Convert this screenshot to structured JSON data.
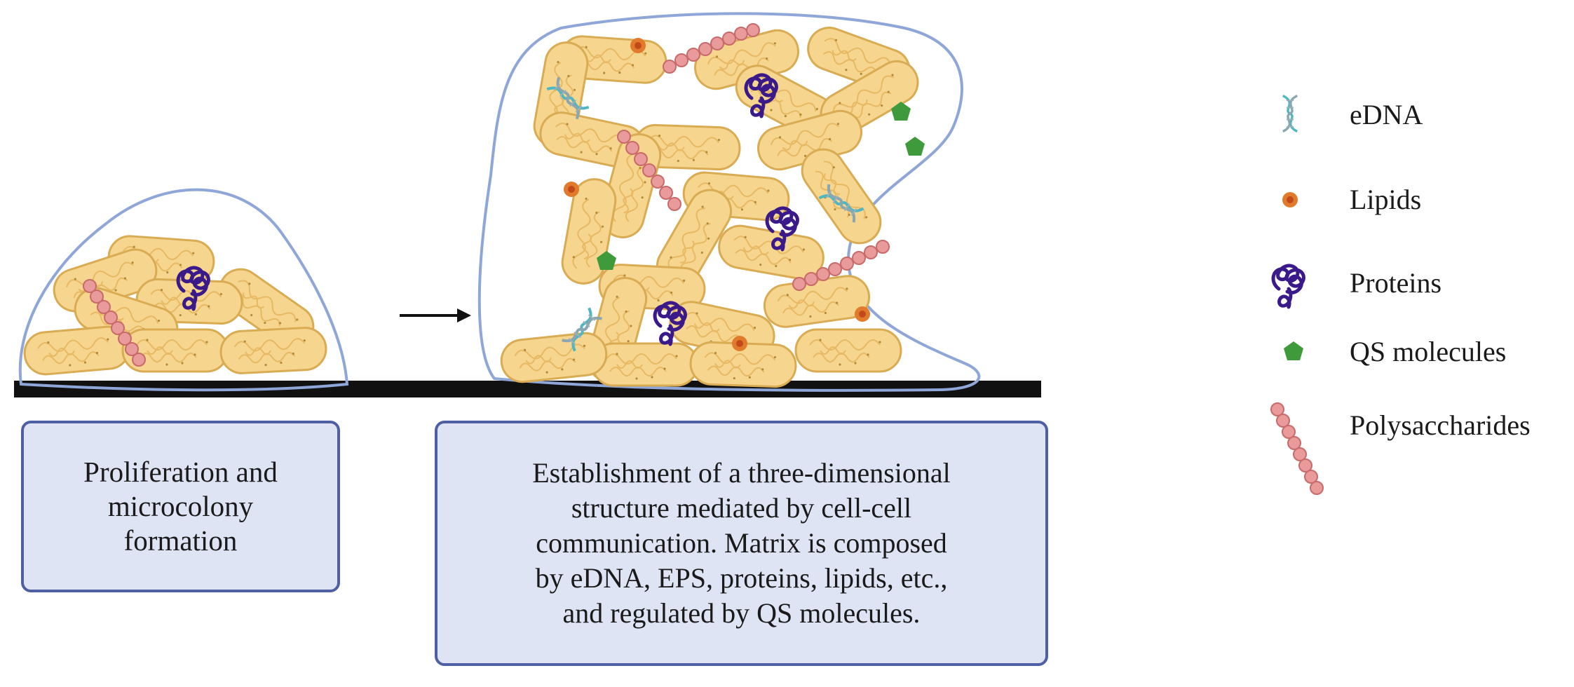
{
  "stages": [
    {
      "id": "stage-1",
      "text": "Proliferation and\nmicrocolony\nformation"
    },
    {
      "id": "stage-2",
      "text": "Establishment of a three-dimensional\nstructure mediated by cell-cell\ncommunication. Matrix is composed\nby eDNA, EPS, proteins, lipids, etc.,\nand regulated by QS molecules."
    }
  ],
  "legend": {
    "items": [
      {
        "label": "eDNA",
        "icon": "edna-icon"
      },
      {
        "label": "Lipids",
        "icon": "lipid-icon"
      },
      {
        "label": "Proteins",
        "icon": "protein-icon"
      },
      {
        "label": "QS molecules",
        "icon": "qs-molecule-icon"
      },
      {
        "label": "Polysaccharides",
        "icon": "polysaccharide-icon"
      }
    ]
  },
  "colors": {
    "cell_fill": "#f6d58e",
    "cell_stroke": "#d9ab52",
    "matrix_outline": "#8ea6d8",
    "box_fill": "#dfe4f5",
    "box_border": "#4f5fa3",
    "protein": "#3a1a8a",
    "lipid": "#e27a2c",
    "qs": "#3e9a3a",
    "polysaccharide": "#e99a9a",
    "edna": "#4fb6c4",
    "surface": "#111111"
  }
}
